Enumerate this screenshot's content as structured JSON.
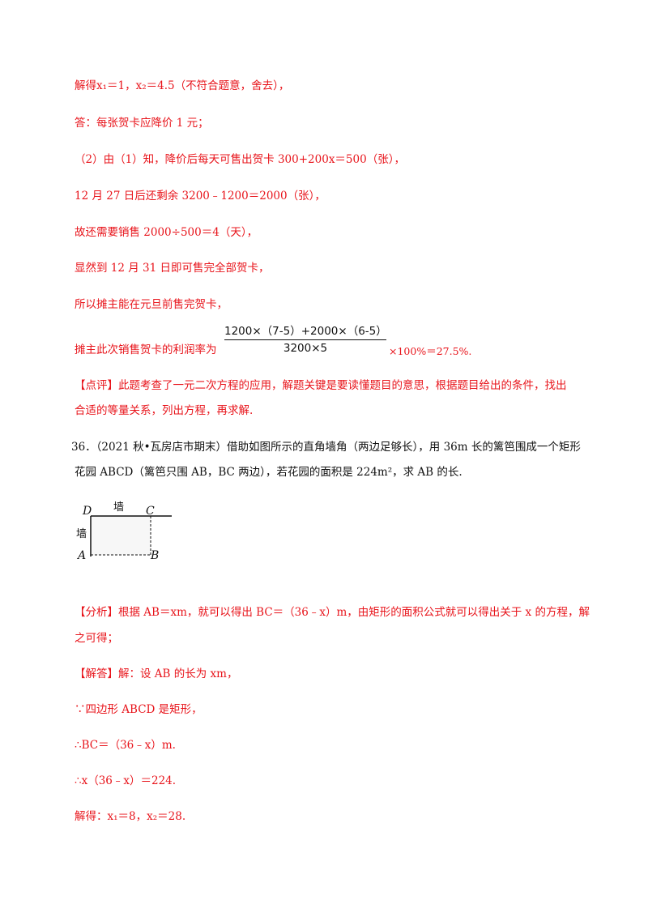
{
  "solution1": {
    "l1": "解得x₁＝1，x₂＝4.5（不符合题意，舍去），",
    "l2": "答：每张贺卡应降价 1 元；",
    "l3": "（2）由（1）知，降价后每天可售出贺卡 300+200x＝500（张），",
    "l4": "12 月 27 日后还剩余 3200﹣1200＝2000（张），",
    "l5": "故还需要销售 2000÷500＝4（天），",
    "l6": "显然到 12 月 31 日即可售完全部贺卡，",
    "l7": "所以摊主能在元旦前售完贺卡，",
    "l8_prefix": "摊主此次销售贺卡的利润率为",
    "frac_num": "1200×（7-5）+2000×（6-5）",
    "frac_den": "3200×5",
    "l8_suffix": "×100%＝27.5%.",
    "comment_1": "【点评】此题考查了一元二次方程的应用，解题关键是要读懂题目的意思，根据题目给出的条件，找出",
    "comment_2": "合适的等量关系，列出方程，再求解."
  },
  "problem36": {
    "l1": "36．（2021 秋•瓦房店市期末）借助如图所示的直角墙角（两边足够长），用 36m 长的篱笆围成一个矩形",
    "l2": "花园 ABCD（篱笆只围 AB，BC 两边），若花园的面积是 224m²，求 AB 的长."
  },
  "figure": {
    "label_d": "D",
    "label_c": "C",
    "label_a": "A",
    "label_b": "B",
    "wall_top": "墙",
    "wall_left": "墙"
  },
  "solution36": {
    "analysis_1": "【分析】根据 AB＝xm，就可以得出 BC＝（36﹣x）m，由矩形的面积公式就可以得出关于 x 的方程，解",
    "analysis_2": "之可得；",
    "a1": "【解答】解：设 AB 的长为 xm，",
    "a2": "∵四边形 ABCD 是矩形，",
    "a3": "∴BC＝（36﹣x）m.",
    "a4": "∴x（36﹣x）＝224.",
    "a5": "解得：x₁＝8，x₂＝28."
  }
}
